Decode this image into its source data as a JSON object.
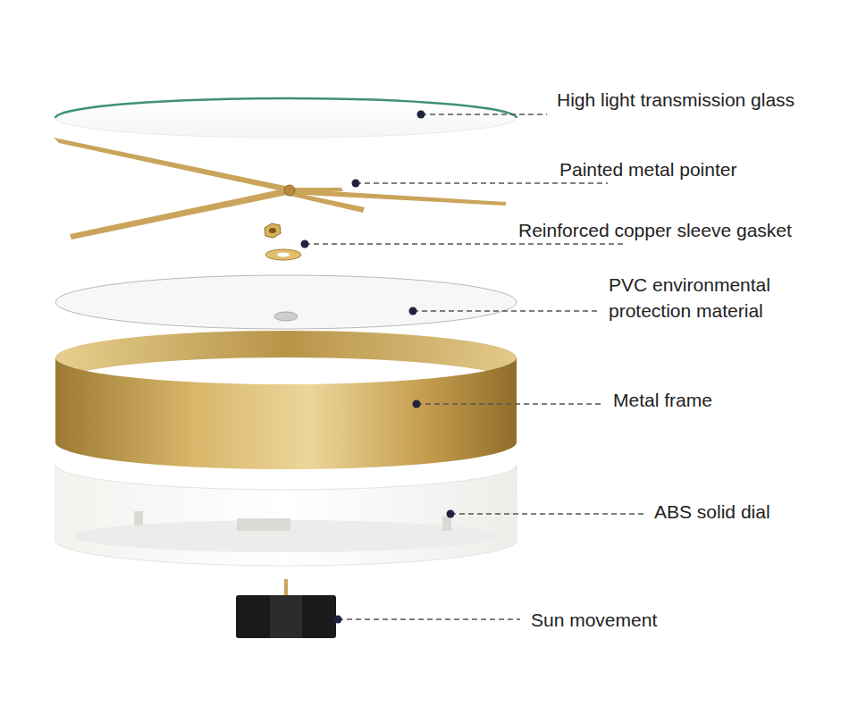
{
  "diagram": {
    "labels": [
      "High light transmission glass",
      "Painted metal pointer",
      "Reinforced copper sleeve gasket",
      "PVC environmental protection material",
      "Metal frame",
      "ABS solid dial",
      "Sun movement"
    ]
  }
}
